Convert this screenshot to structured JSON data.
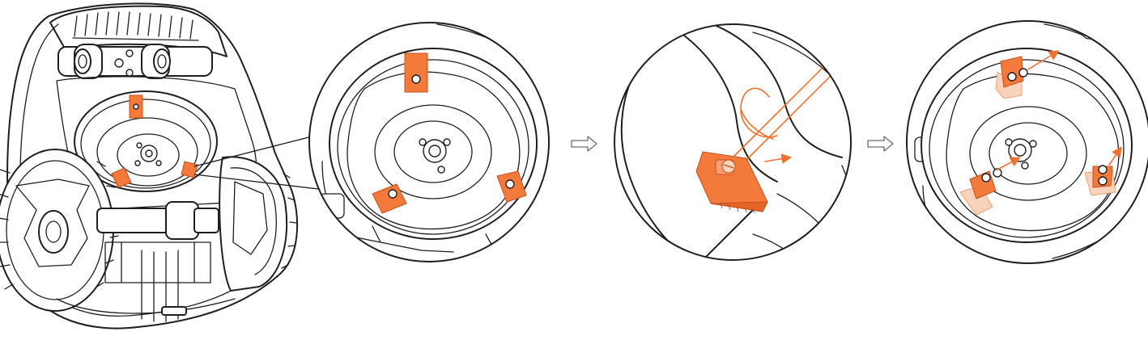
{
  "figure": {
    "steps": [
      "robot-underside-overview",
      "blade-disc-closeup",
      "screw-removal",
      "blade-replacement"
    ],
    "colors": {
      "blade": "#f47a3c",
      "blade_ghost": "#fbd3bd",
      "line_art": "#1f1f1f",
      "arrow_outline": "#6b6b6b"
    },
    "icons": [
      "flow-arrow-icon",
      "flow-arrow-icon",
      "screwdriver-icon",
      "direction-arrow-icon"
    ]
  }
}
